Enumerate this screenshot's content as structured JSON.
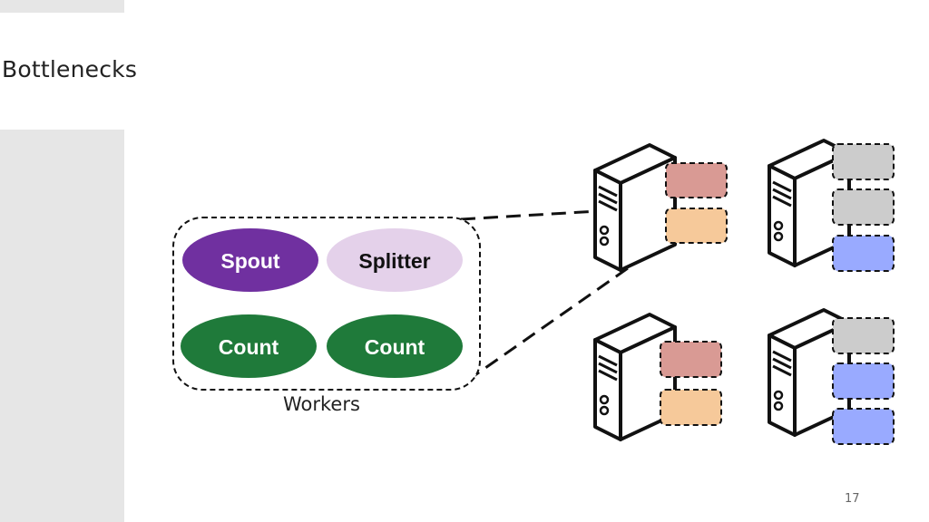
{
  "slide": {
    "title": "Bottlenecks",
    "page_number": "17"
  },
  "workers": {
    "label": "Workers",
    "nodes": [
      {
        "id": "spout",
        "label": "Spout",
        "fill": "#7030a0",
        "text_color": "#ffffff"
      },
      {
        "id": "splitter",
        "label": "Splitter",
        "fill": "#e4d1ea",
        "text_color": "#111111"
      },
      {
        "id": "count-1",
        "label": "Count",
        "fill": "#1f7a3a",
        "text_color": "#ffffff"
      },
      {
        "id": "count-2",
        "label": "Count",
        "fill": "#1f7a3a",
        "text_color": "#ffffff"
      }
    ]
  },
  "servers": [
    {
      "id": "server-top-left",
      "slots": [
        "red",
        "orange"
      ]
    },
    {
      "id": "server-top-right",
      "slots": [
        "gray",
        "gray",
        "blue"
      ]
    },
    {
      "id": "server-bottom-left",
      "slots": [
        "red",
        "orange"
      ]
    },
    {
      "id": "server-bottom-right",
      "slots": [
        "gray",
        "blue",
        "blue"
      ]
    }
  ],
  "colors": {
    "red": "#d99a94",
    "orange": "#f6c99a",
    "gray": "#cccccc",
    "blue": "#99aaff",
    "side_panel": "#e6e6e6"
  }
}
